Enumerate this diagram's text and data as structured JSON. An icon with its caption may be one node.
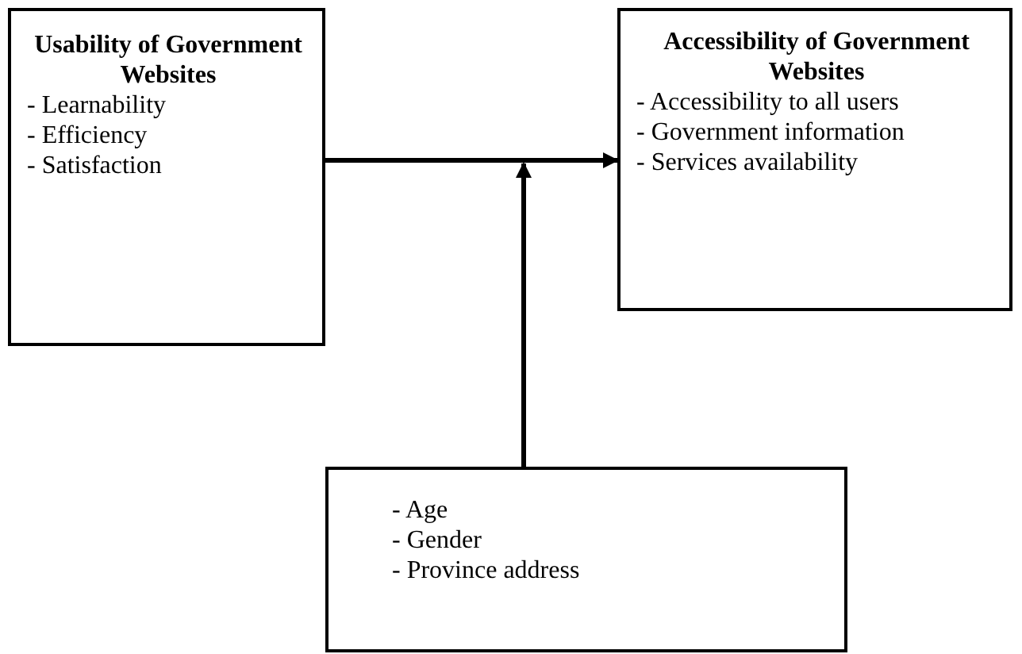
{
  "diagram": {
    "nodes": [
      {
        "text": [
          "Usability of Government Websites",
          "- Learnability",
          "- Efficiency",
          "- Satisfaction"
        ]
      },
      {
        "text": [
          "Accessibility of Government Websites",
          "- Accessibility to all users",
          "- Government information",
          "- Services availability"
        ]
      },
      {
        "text": [
          "- Age",
          "- Gender",
          "- Province address"
        ]
      }
    ],
    "edges": [
      {
        "from": 0,
        "to": 1,
        "arrow": "to"
      },
      {
        "from": 2,
        "to": null,
        "arrow": "to"
      }
    ]
  }
}
